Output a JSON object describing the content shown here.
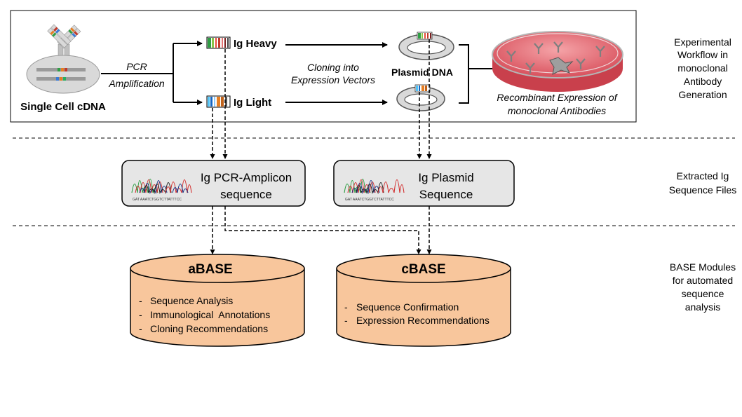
{
  "workflow": {
    "single_cell_label": "Single Cell cDNA",
    "pcr_line1": "PCR",
    "pcr_line2": "Amplification",
    "ig_heavy": "Ig Heavy",
    "ig_light": "Ig Light",
    "cloning_line1": "Cloning into",
    "cloning_line2": "Expression Vectors",
    "plasmid_dna": "Plasmid DNA",
    "recombinant_line1": "Recombinant Expression of",
    "recombinant_line2": "monoclonal Antibodies"
  },
  "sequence_files": {
    "amplicon_line1": "Ig PCR-Amplicon",
    "amplicon_line2": "sequence",
    "plasmid_line1": "Ig Plasmid",
    "plasmid_line2": "Sequence",
    "chromatogram_bases": "GAT AAATCTGGTCTTATTTCC"
  },
  "modules": {
    "abase": {
      "title": "aBASE",
      "items": [
        "Sequence Analysis",
        "Immunological  Annotations",
        "Cloning Recommendations"
      ]
    },
    "cbase": {
      "title": "cBASE",
      "items": [
        "Sequence Confirmation",
        "Expression Recommendations"
      ]
    }
  },
  "side_labels": {
    "workflow": [
      "Experimental",
      "Workflow in",
      "monoclonal",
      "Antibody",
      "Generation"
    ],
    "files": [
      "Extracted Ig",
      "Sequence Files"
    ],
    "modules": [
      "BASE Modules",
      "for automated",
      "sequence",
      "analysis"
    ]
  },
  "colors": {
    "cylinder_fill": "#f8c69c",
    "cylinder_stroke": "#000000",
    "seq_box_fill": "#e6e6e6",
    "dish_fill": "#e0606a",
    "cell_fill": "#d9d9d9"
  }
}
